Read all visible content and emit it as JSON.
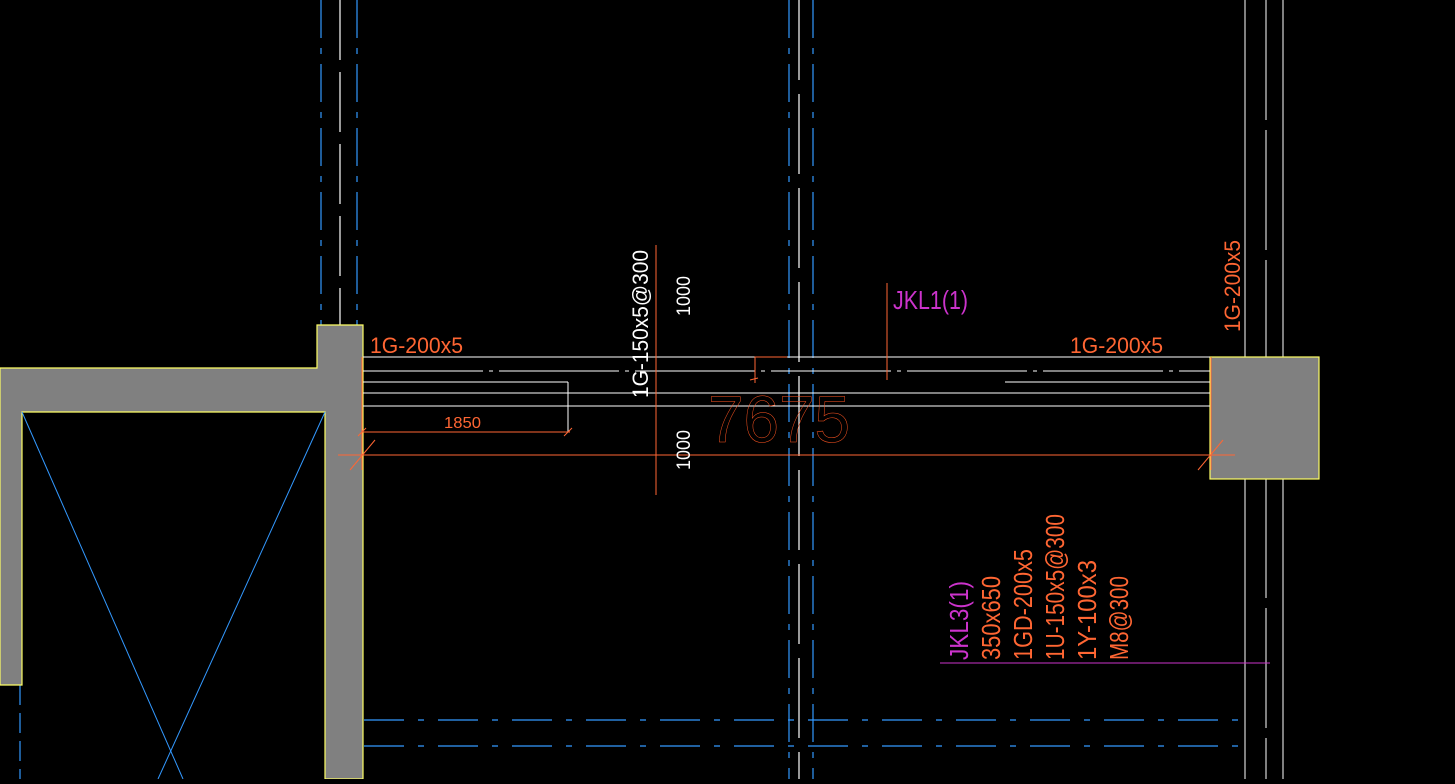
{
  "colors": {
    "background": "#000000",
    "wall_fill": "#808080",
    "wall_outline": "#ffff66",
    "axis_blue": "#3399ff",
    "orange": "#ff6633",
    "magenta": "#cc33cc",
    "white": "#ffffff",
    "dim_red": "#ff5522"
  },
  "labels": {
    "rebar_left": "1G-200x5",
    "rebar_right": "1G-200x5",
    "rebar_right_vertical": "1G-200x5",
    "rebar_mid_vertical": "1G-150x5@300",
    "dim_top": "1000",
    "dim_bottom": "1000",
    "dim_small": "1850",
    "span_dimension": "7675",
    "beam_tag_jkl1": "JKL1(1)"
  },
  "beam_annotation": {
    "title": "JKL3(1)",
    "lines": [
      "350x650",
      "1GD-200x5",
      "1U-150x5@300",
      "1Y-100x3",
      "M8@300"
    ]
  }
}
